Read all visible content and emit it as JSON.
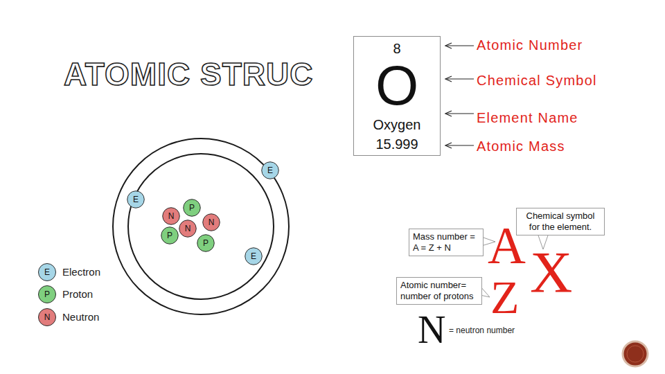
{
  "diagram": {
    "title": "ATOMIC STRUC",
    "nodes": [
      {
        "text": [
          "8",
          "O",
          "Oxygen",
          "15.999"
        ]
      },
      {
        "text": [
          "E"
        ]
      },
      {
        "text": [
          "E"
        ]
      },
      {
        "text": [
          "P"
        ]
      },
      {
        "text": [
          "N"
        ]
      },
      {
        "text": [
          "N"
        ]
      },
      {
        "text": [
          "N"
        ]
      },
      {
        "text": [
          "P"
        ]
      },
      {
        "text": [
          "P"
        ]
      },
      {
        "text": [
          "E"
        ]
      },
      {
        "text": [
          "Chemical symbol for the element."
        ]
      },
      {
        "text": [
          "Mass number = A = Z + N"
        ]
      },
      {
        "text": [
          "Atomic number= number of protons"
        ]
      }
    ],
    "labels": [
      "Atomic Number",
      "Chemical Symbol",
      "Element Name",
      "Atomic Mass",
      "A",
      "X",
      "Z",
      "N",
      "= neutron number",
      "E",
      "P",
      "N"
    ],
    "legend": [
      {
        "text": "Electron",
        "color": "#a6d6e7"
      },
      {
        "text": "Proton",
        "color": "#7fcf7f"
      },
      {
        "text": "Neutron",
        "color": "#e27c7c"
      }
    ]
  }
}
